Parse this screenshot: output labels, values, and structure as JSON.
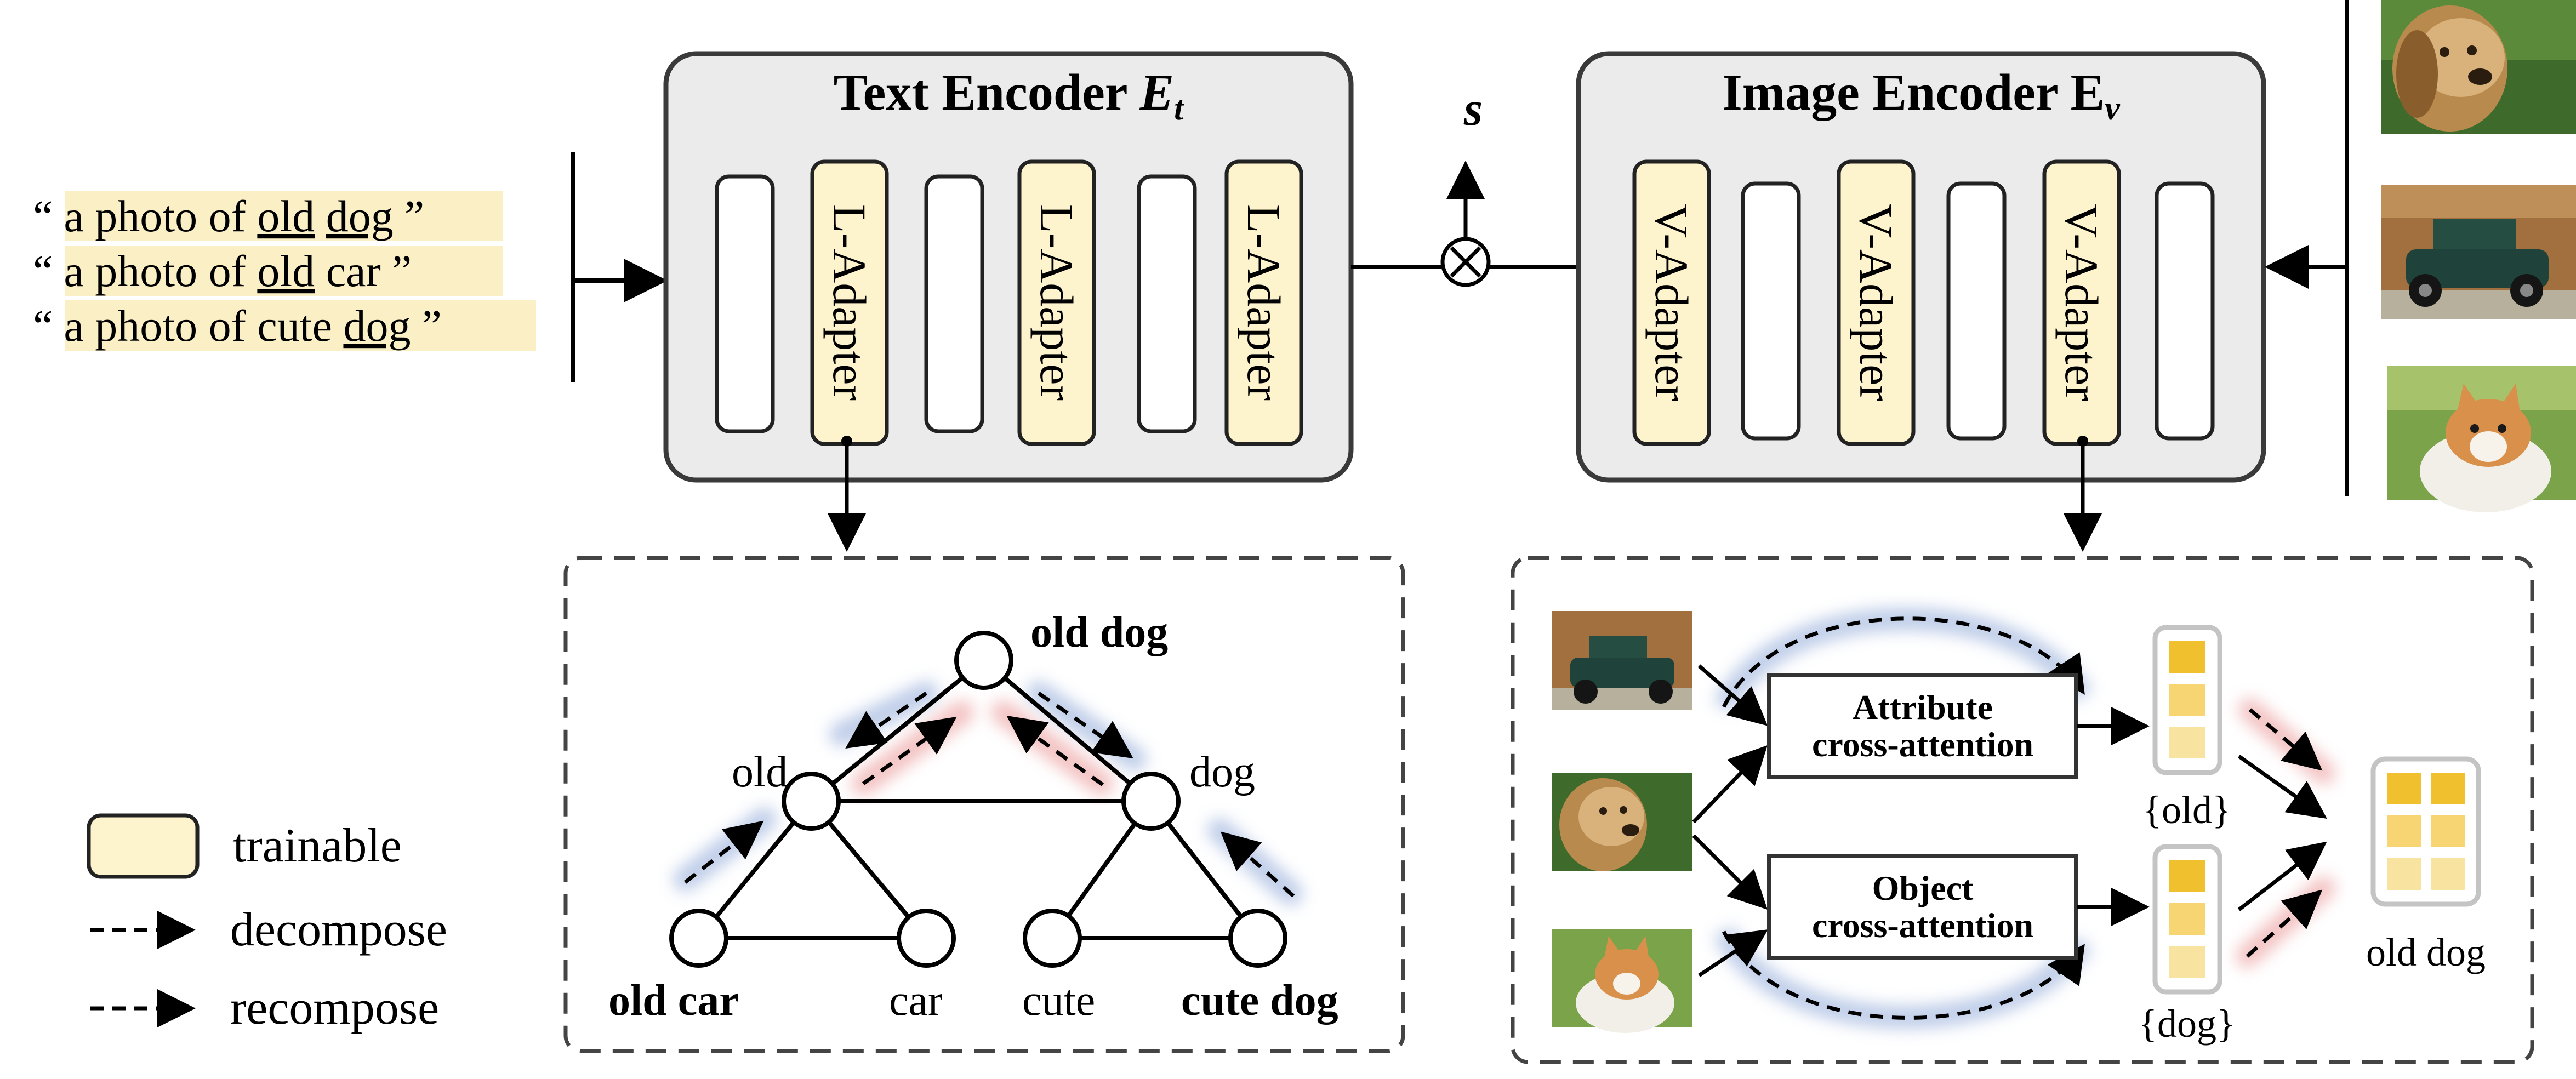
{
  "prompts": [
    {
      "open": "“",
      "pre": "a photo of ",
      "attr": "old",
      "mid": " ",
      "obj": "dog",
      "close": "”",
      "attr_underlined": true,
      "obj_underlined": true
    },
    {
      "open": "“",
      "pre": "a photo of ",
      "attr": "old",
      "mid": " ",
      "obj": "car",
      "close": "”",
      "attr_underlined": true,
      "obj_underlined": false
    },
    {
      "open": "“",
      "pre": "a photo of ",
      "attr": "cute",
      "mid": " ",
      "obj": "dog",
      "close": "”",
      "attr_underlined": false,
      "obj_underlined": true
    }
  ],
  "text_encoder": {
    "title": "Text Encoder ",
    "symbol": "E",
    "subscript": "t",
    "adapter_label": "L-Adapter"
  },
  "image_encoder": {
    "title": "Image Encoder E",
    "subscript": "v",
    "adapter_label": "V-Adapter"
  },
  "similarity": {
    "label": "s",
    "operator": "⊗"
  },
  "graph": {
    "nodes": {
      "old_dog": "old dog",
      "old": "old",
      "dog": "dog",
      "old_car": "old car",
      "car": "car",
      "cute": "cute",
      "cute_dog": "cute dog"
    }
  },
  "cross_attention": {
    "attribute": [
      "Attribute",
      "cross-attention"
    ],
    "object": [
      "Object",
      "cross-attention"
    ],
    "attr_output": "{old}",
    "obj_output": "{dog}",
    "final_output": "old dog"
  },
  "legend": {
    "trainable": "trainable",
    "decompose": "decompose",
    "recompose": "recompose"
  },
  "colors": {
    "trainable_fill": "#fdf3cc",
    "highlight": "#fbefc6",
    "encoder_fill": "#ebebeb",
    "decompose_glow": "#b8c8e6",
    "recompose_glow": "#f2bcbc",
    "token_dark": "#f0c02e",
    "token_light": "#f9e3a0"
  },
  "icons": {
    "dog_photo": "old-golden-retriever-photo",
    "car_photo": "vintage-green-car-photo",
    "corgi_photo": "smiling-corgi-photo"
  }
}
